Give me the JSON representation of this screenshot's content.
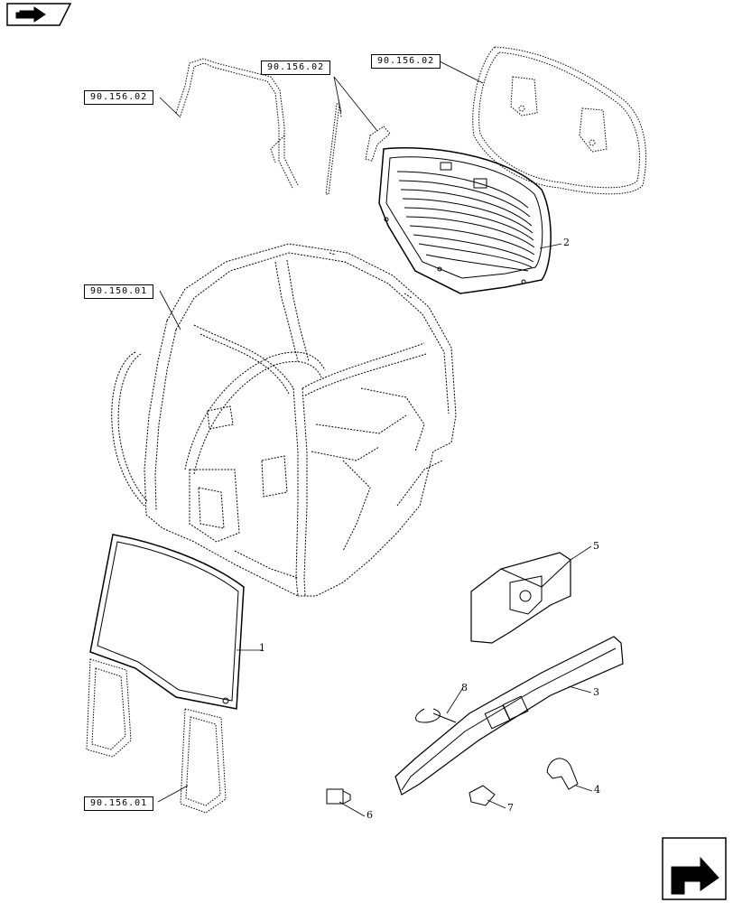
{
  "refs": {
    "r1": "90.156.02",
    "r2": "90.156.02",
    "r3": "90.156.02",
    "r4": "90.150.01",
    "r5": "90.156.01"
  },
  "callouts": {
    "c1": "1",
    "c2": "2",
    "c3": "3",
    "c4": "4",
    "c5": "5",
    "c6": "6",
    "c7": "7",
    "c8": "8"
  },
  "icons": {
    "top_left": "back-arrow-icon",
    "bottom_right": "next-arrow-icon"
  },
  "colors": {
    "line": "#000000",
    "background": "#ffffff"
  }
}
